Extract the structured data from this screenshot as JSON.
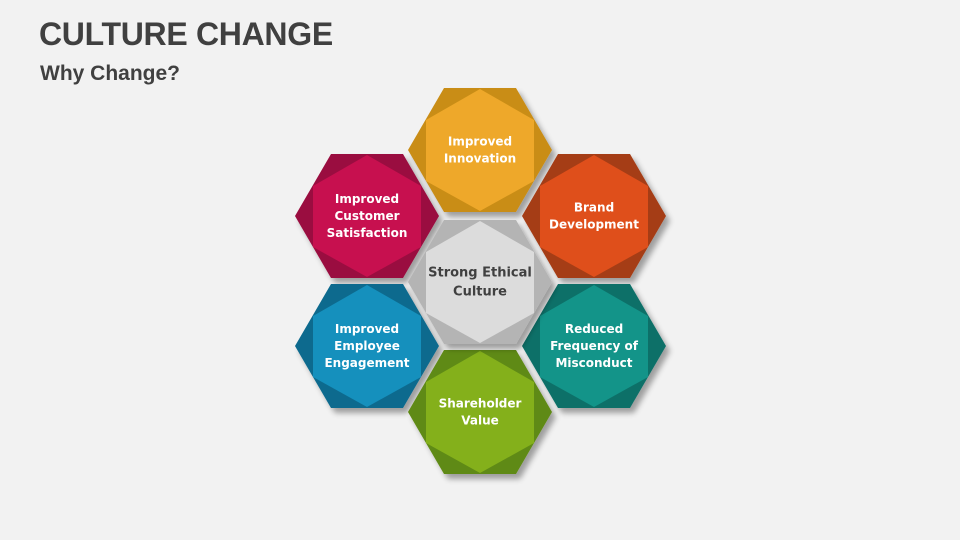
{
  "header": {
    "title": "CULTURE CHANGE",
    "subtitle": "Why Change?"
  },
  "diagram": {
    "center": {
      "lines": [
        "Strong Ethical",
        "Culture"
      ],
      "outer_color": "#b4b4b4",
      "inner_color": "#dcdcdc",
      "text_color": "#404040"
    },
    "nodes": [
      {
        "id": "top",
        "lines": [
          "Improved",
          "Innovation"
        ],
        "outer_color": "#c98d18",
        "inner_color": "#eea82a"
      },
      {
        "id": "upper-right",
        "lines": [
          "Brand",
          "Development"
        ],
        "outer_color": "#a53c14",
        "inner_color": "#df4f1b"
      },
      {
        "id": "lower-right",
        "lines": [
          "Reduced",
          "Frequency of",
          "Misconduct"
        ],
        "outer_color": "#0b6f68",
        "inner_color": "#139489"
      },
      {
        "id": "bottom",
        "lines": [
          "Shareholder",
          "Value"
        ],
        "outer_color": "#5f8a12",
        "inner_color": "#84b01b"
      },
      {
        "id": "lower-left",
        "lines": [
          "Improved",
          "Employee",
          "Engagement"
        ],
        "outer_color": "#0d6b8e",
        "inner_color": "#1590bd"
      },
      {
        "id": "upper-left",
        "lines": [
          "Improved",
          "Customer",
          "Satisfaction"
        ],
        "outer_color": "#9a0d3f",
        "inner_color": "#c7104f"
      }
    ]
  }
}
